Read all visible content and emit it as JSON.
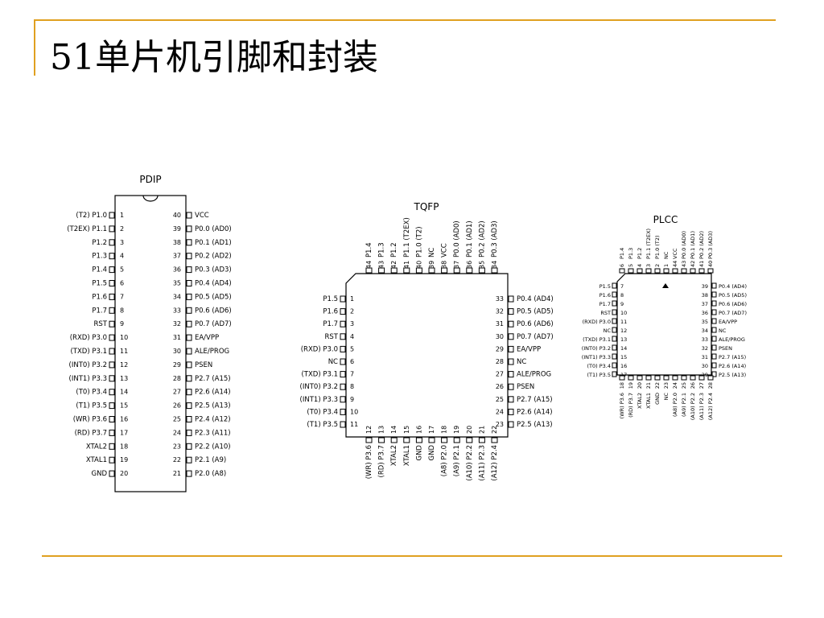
{
  "slide": {
    "title": "51单片机引脚和封装"
  },
  "theme": {
    "rule_color": "#e0a020",
    "text_color": "#000000",
    "background": "#ffffff"
  },
  "packages": {
    "pdip": {
      "title": "PDIP",
      "left": [
        [
          "1",
          "(T2) P1.0"
        ],
        [
          "2",
          "(T2EX) P1.1"
        ],
        [
          "3",
          "P1.2"
        ],
        [
          "4",
          "P1.3"
        ],
        [
          "5",
          "P1.4"
        ],
        [
          "6",
          "P1.5"
        ],
        [
          "7",
          "P1.6"
        ],
        [
          "8",
          "P1.7"
        ],
        [
          "9",
          "RST"
        ],
        [
          "10",
          "(RXD) P3.0"
        ],
        [
          "11",
          "(TXD) P3.1"
        ],
        [
          "12",
          "(INT0) P3.2"
        ],
        [
          "13",
          "(INT1) P3.3"
        ],
        [
          "14",
          "(T0) P3.4"
        ],
        [
          "15",
          "(T1) P3.5"
        ],
        [
          "16",
          "(WR) P3.6"
        ],
        [
          "17",
          "(RD) P3.7"
        ],
        [
          "18",
          "XTAL2"
        ],
        [
          "19",
          "XTAL1"
        ],
        [
          "20",
          "GND"
        ]
      ],
      "right": [
        [
          "40",
          "VCC"
        ],
        [
          "39",
          "P0.0 (AD0)"
        ],
        [
          "38",
          "P0.1 (AD1)"
        ],
        [
          "37",
          "P0.2 (AD2)"
        ],
        [
          "36",
          "P0.3 (AD3)"
        ],
        [
          "35",
          "P0.4 (AD4)"
        ],
        [
          "34",
          "P0.5 (AD5)"
        ],
        [
          "33",
          "P0.6 (AD6)"
        ],
        [
          "32",
          "P0.7 (AD7)"
        ],
        [
          "31",
          "EA/VPP"
        ],
        [
          "30",
          "ALE/PROG"
        ],
        [
          "29",
          "PSEN"
        ],
        [
          "28",
          "P2.7 (A15)"
        ],
        [
          "27",
          "P2.6 (A14)"
        ],
        [
          "26",
          "P2.5 (A13)"
        ],
        [
          "25",
          "P2.4 (A12)"
        ],
        [
          "24",
          "P2.3 (A11)"
        ],
        [
          "23",
          "P2.2 (A10)"
        ],
        [
          "22",
          "P2.1 (A9)"
        ],
        [
          "21",
          "P2.0 (A8)"
        ]
      ]
    },
    "tqfp": {
      "title": "TQFP",
      "top": [
        [
          "44",
          "P1.4"
        ],
        [
          "43",
          "P1.3"
        ],
        [
          "42",
          "P1.2"
        ],
        [
          "41",
          "P1.1 (T2EX)"
        ],
        [
          "40",
          "P1.0 (T2)"
        ],
        [
          "39",
          "NC"
        ],
        [
          "38",
          "VCC"
        ],
        [
          "37",
          "P0.0 (AD0)"
        ],
        [
          "36",
          "P0.1 (AD1)"
        ],
        [
          "35",
          "P0.2 (AD2)"
        ],
        [
          "34",
          "P0.3 (AD3)"
        ]
      ],
      "left": [
        [
          "1",
          "P1.5"
        ],
        [
          "2",
          "P1.6"
        ],
        [
          "3",
          "P1.7"
        ],
        [
          "4",
          "RST"
        ],
        [
          "5",
          "(RXD) P3.0"
        ],
        [
          "6",
          "NC"
        ],
        [
          "7",
          "(TXD) P3.1"
        ],
        [
          "8",
          "(INT0) P3.2"
        ],
        [
          "9",
          "(INT1) P3.3"
        ],
        [
          "10",
          "(T0) P3.4"
        ],
        [
          "11",
          "(T1) P3.5"
        ]
      ],
      "right": [
        [
          "33",
          "P0.4 (AD4)"
        ],
        [
          "32",
          "P0.5 (AD5)"
        ],
        [
          "31",
          "P0.6 (AD6)"
        ],
        [
          "30",
          "P0.7 (AD7)"
        ],
        [
          "29",
          "EA/VPP"
        ],
        [
          "28",
          "NC"
        ],
        [
          "27",
          "ALE/PROG"
        ],
        [
          "26",
          "PSEN"
        ],
        [
          "25",
          "P2.7 (A15)"
        ],
        [
          "24",
          "P2.6 (A14)"
        ],
        [
          "23",
          "P2.5 (A13)"
        ]
      ],
      "bottom": [
        [
          "12",
          "(WR) P3.6"
        ],
        [
          "13",
          "(RD) P3.7"
        ],
        [
          "14",
          "XTAL2"
        ],
        [
          "15",
          "XTAL1"
        ],
        [
          "16",
          "GND"
        ],
        [
          "17",
          "GND"
        ],
        [
          "18",
          "(A8) P2.0"
        ],
        [
          "19",
          "(A9) P2.1"
        ],
        [
          "20",
          "(A10) P2.2"
        ],
        [
          "21",
          "(A11) P2.3"
        ],
        [
          "22",
          "(A12) P2.4"
        ]
      ]
    },
    "plcc": {
      "title": "PLCC",
      "top": [
        [
          "6",
          "P1.4"
        ],
        [
          "5",
          "P1.3"
        ],
        [
          "4",
          "P1.2"
        ],
        [
          "3",
          "P1.1 (T2EX)"
        ],
        [
          "2",
          "P1.0 (T2)"
        ],
        [
          "1",
          "NC"
        ],
        [
          "44",
          "VCC"
        ],
        [
          "43",
          "P0.0 (AD0)"
        ],
        [
          "42",
          "P0.1 (AD1)"
        ],
        [
          "41",
          "P0.2 (AD2)"
        ],
        [
          "40",
          "P0.3 (AD3)"
        ]
      ],
      "left": [
        [
          "7",
          "P1.5"
        ],
        [
          "8",
          "P1.6"
        ],
        [
          "9",
          "P1.7"
        ],
        [
          "10",
          "RST"
        ],
        [
          "11",
          "(RXD) P3.0"
        ],
        [
          "12",
          "NC"
        ],
        [
          "13",
          "(TXD) P3.1"
        ],
        [
          "14",
          "(INT0) P3.2"
        ],
        [
          "15",
          "(INT1) P3.3"
        ],
        [
          "16",
          "(T0) P3.4"
        ],
        [
          "17",
          "(T1) P3.5"
        ]
      ],
      "right": [
        [
          "39",
          "P0.4 (AD4)"
        ],
        [
          "38",
          "P0.5 (AD5)"
        ],
        [
          "37",
          "P0.6 (AD6)"
        ],
        [
          "36",
          "P0.7 (AD7)"
        ],
        [
          "35",
          "EA/VPP"
        ],
        [
          "34",
          "NC"
        ],
        [
          "33",
          "ALE/PROG"
        ],
        [
          "32",
          "PSEN"
        ],
        [
          "31",
          "P2.7 (A15)"
        ],
        [
          "30",
          "P2.6 (A14)"
        ],
        [
          "29",
          "P2.5 (A13)"
        ]
      ],
      "bottom": [
        [
          "18",
          "(WR) P3.6"
        ],
        [
          "19",
          "(RD) P3.7"
        ],
        [
          "20",
          "XTAL2"
        ],
        [
          "21",
          "XTAL1"
        ],
        [
          "22",
          "GND"
        ],
        [
          "23",
          "NC"
        ],
        [
          "24",
          "(A8) P2.0"
        ],
        [
          "25",
          "(A9) P2.1"
        ],
        [
          "26",
          "(A10) P2.2"
        ],
        [
          "27",
          "(A11) P2.3"
        ],
        [
          "28",
          "(A12) P2.4"
        ]
      ]
    }
  }
}
